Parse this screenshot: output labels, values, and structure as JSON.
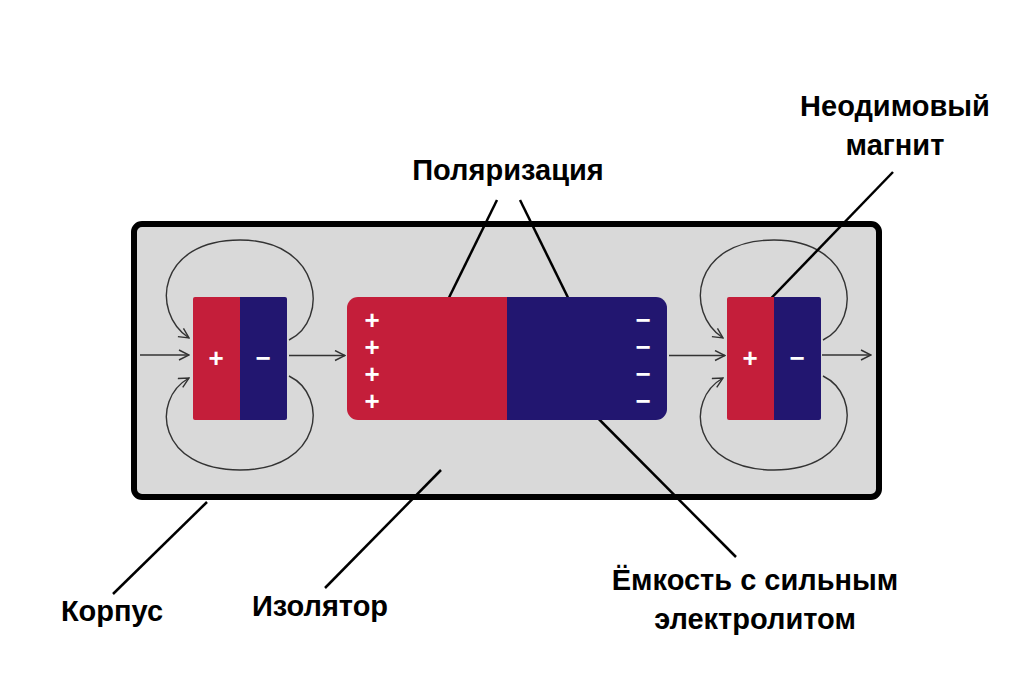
{
  "diagram": {
    "nodes": [
      {
        "text": [
          "+",
          "−"
        ]
      },
      {
        "text": [
          "+",
          "+",
          "+",
          "+",
          "−",
          "−",
          "−",
          "−"
        ]
      },
      {
        "text": [
          "+",
          "−"
        ]
      }
    ],
    "edges": [
      {
        "from": 0,
        "to": 1,
        "arrow": "to"
      },
      {
        "from": 1,
        "to": 2,
        "arrow": "to"
      }
    ],
    "labels": [
      "Поляризация",
      "Неодимовый магнит",
      "Корпус",
      "Изолятор",
      "Ёмкость с сильным электролитом"
    ]
  }
}
